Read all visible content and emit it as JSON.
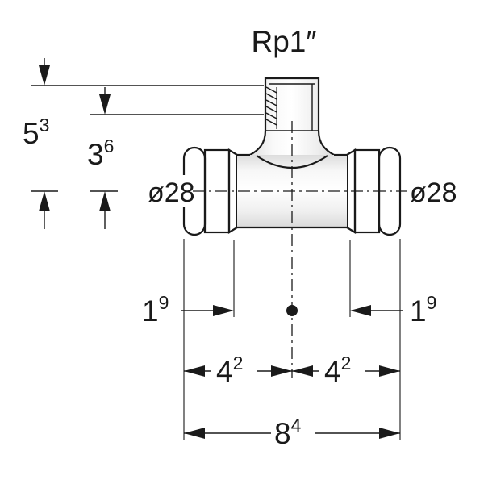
{
  "drawing": {
    "thread_label": "Rp1″",
    "dia_left": "ø28",
    "dia_right": "ø28",
    "dim_height_full": {
      "value": "5",
      "sup": "3"
    },
    "dim_height_branch": {
      "value": "3",
      "sup": "6"
    },
    "dim_offset_left": {
      "value": "1",
      "sup": "9"
    },
    "dim_offset_right": {
      "value": "1",
      "sup": "9"
    },
    "dim_span_left": {
      "value": "4",
      "sup": "2"
    },
    "dim_span_right": {
      "value": "4",
      "sup": "2"
    },
    "dim_length_total": {
      "value": "8",
      "sup": "4"
    }
  },
  "colors": {
    "line": "#1a1a1a",
    "background": "#ffffff",
    "fitting_shade_dark": "#dedede",
    "fitting_shade_light": "#ffffff"
  }
}
